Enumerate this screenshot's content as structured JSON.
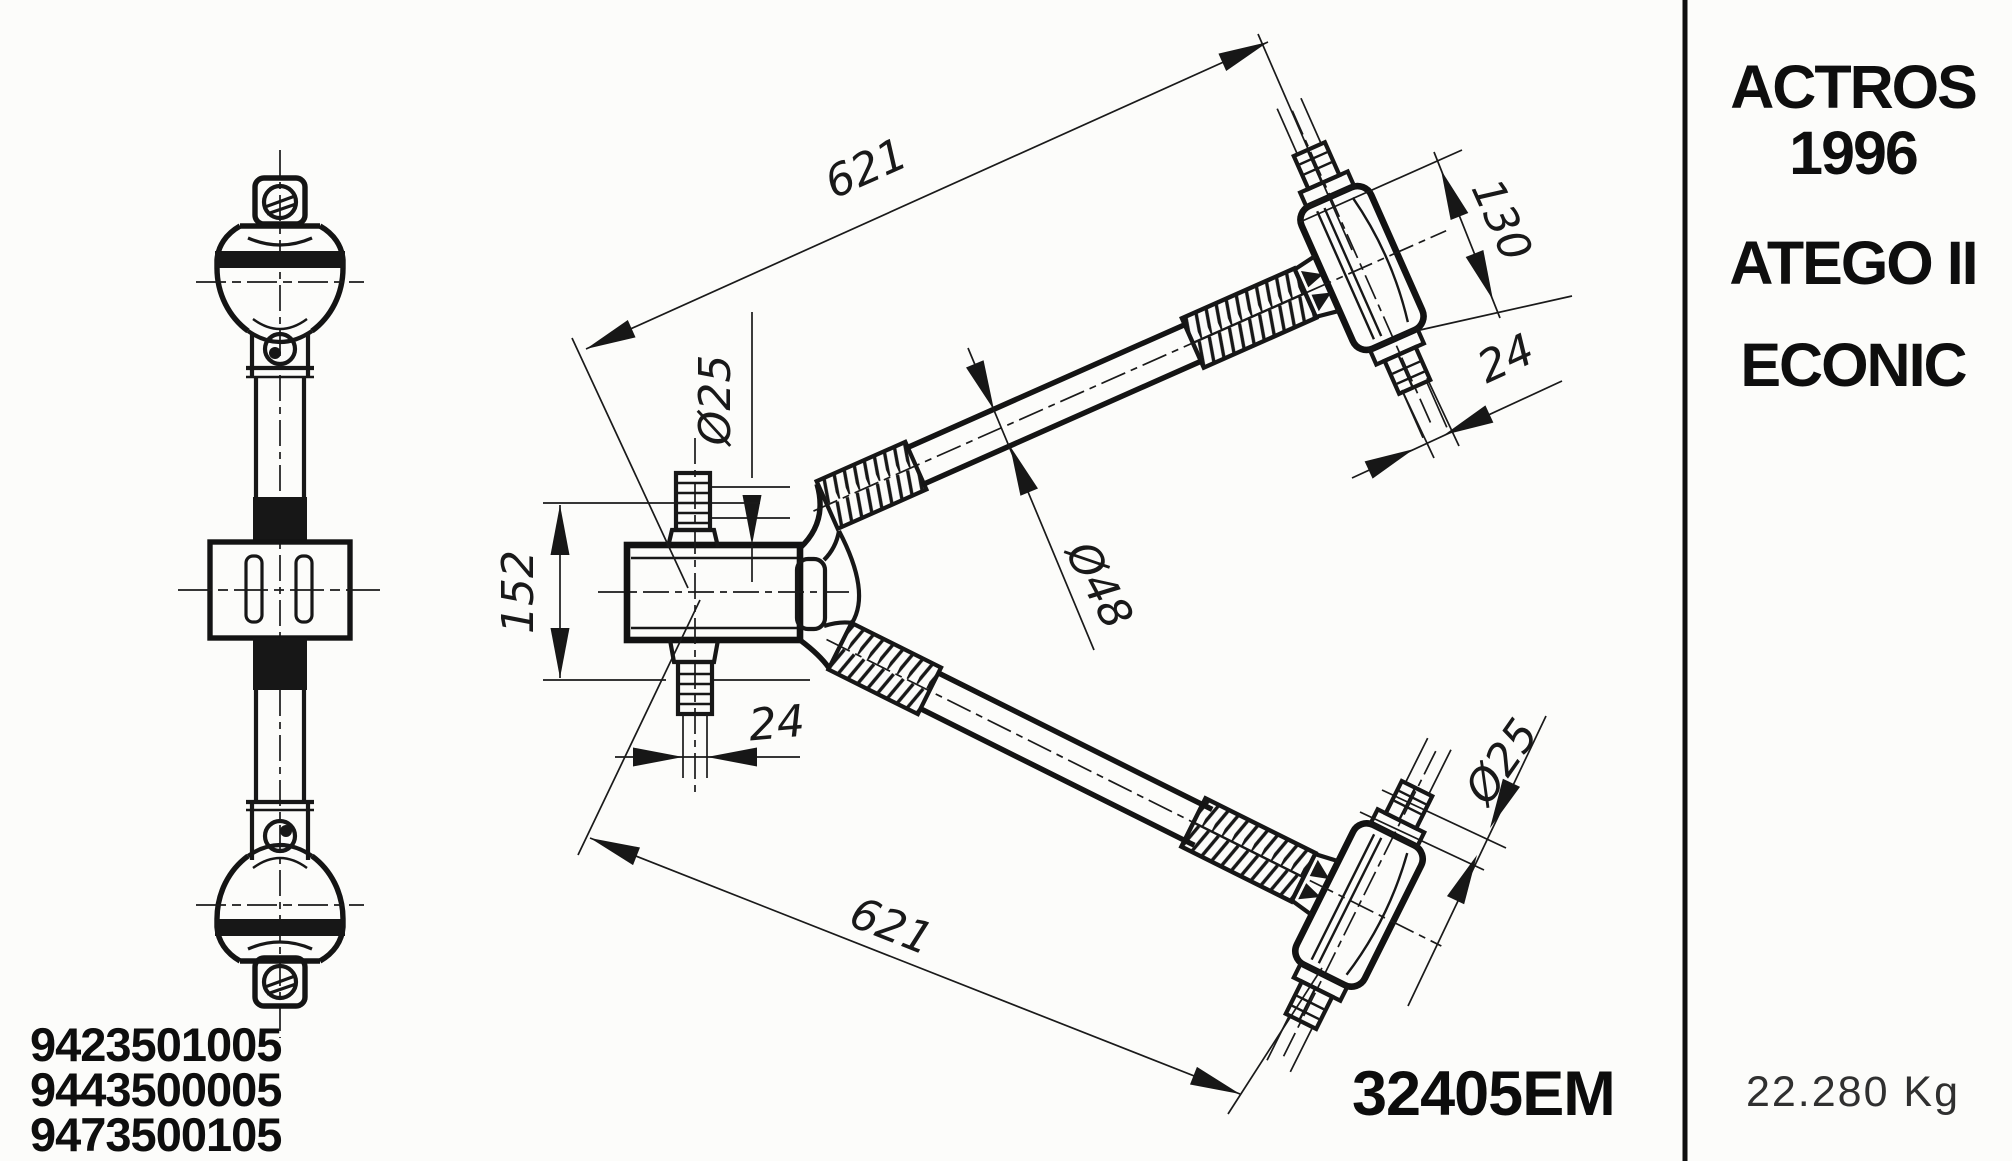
{
  "title_block": {
    "part_code": "32405EM",
    "oem_numbers": [
      "9423501005",
      "9443500005",
      "9473500105"
    ],
    "vehicle_panel": {
      "model1_line1": "ACTROS",
      "model1_line2": "1996",
      "model2": "ATEGO II",
      "model3": "ECONIC",
      "weight": "22.280 Kg"
    }
  },
  "dimensions": {
    "top_arm_length": "621",
    "bottom_arm_length": "621",
    "bush_housing_length": "130",
    "top_pin_width": "24",
    "hub_pin_width": "24",
    "hub_pin_dia": "Ø25",
    "eye_pin_dia": "Ø25",
    "rod_dia": "Ø48",
    "hub_height": "152"
  },
  "colors": {
    "ink": "#171717",
    "paper": "#fcfcfa"
  }
}
